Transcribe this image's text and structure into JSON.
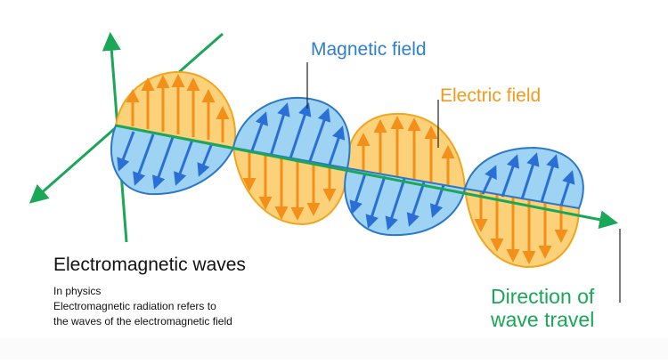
{
  "labels": {
    "magnetic_field": "Magnetic field",
    "electric_field": "Electric field",
    "title": "Electromagnetic waves",
    "subtitle_line1": "In physics",
    "subtitle_line2": "Electromagnetic radiation  refers to",
    "subtitle_line3": "the waves of the electromagnetic field",
    "direction_line1": "Direction of",
    "direction_line2": "wave travel"
  },
  "colors": {
    "electric_fill": "#fbd27a",
    "electric_outline": "#f2a51d",
    "electric_arrow": "#f48f1a",
    "magnetic_fill": "#9fd3f3",
    "magnetic_outline": "#2b78c9",
    "magnetic_arrow": "#2a6fd6",
    "axis": "#1aa757",
    "leader": "#222222"
  }
}
